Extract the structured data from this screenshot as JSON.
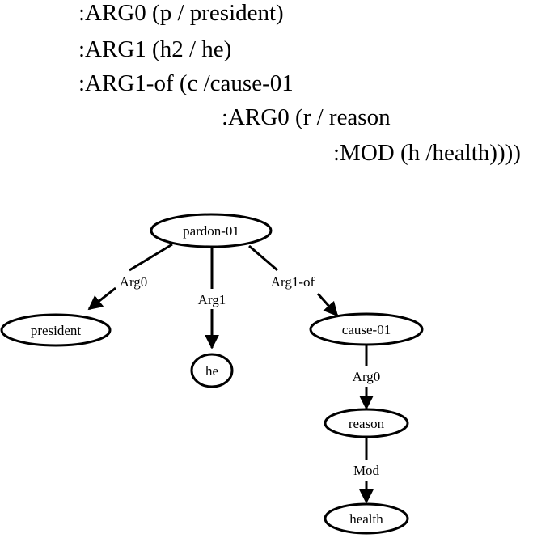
{
  "amr_text": [
    ":ARG0 (p / president)",
    ":ARG1 (h2 / he)",
    ":ARG1-of (c /cause-01",
    ":ARG0 (r / reason",
    ":MOD (h /health))))"
  ],
  "graph": {
    "nodes": {
      "root": "pardon-01",
      "president": "president",
      "he": "he",
      "cause": "cause-01",
      "reason": "reason",
      "health": "health"
    },
    "edges": {
      "root_president": "Arg0",
      "root_he": "Arg1",
      "root_cause": "Arg1-of",
      "cause_reason": "Arg0",
      "reason_health": "Mod"
    }
  }
}
